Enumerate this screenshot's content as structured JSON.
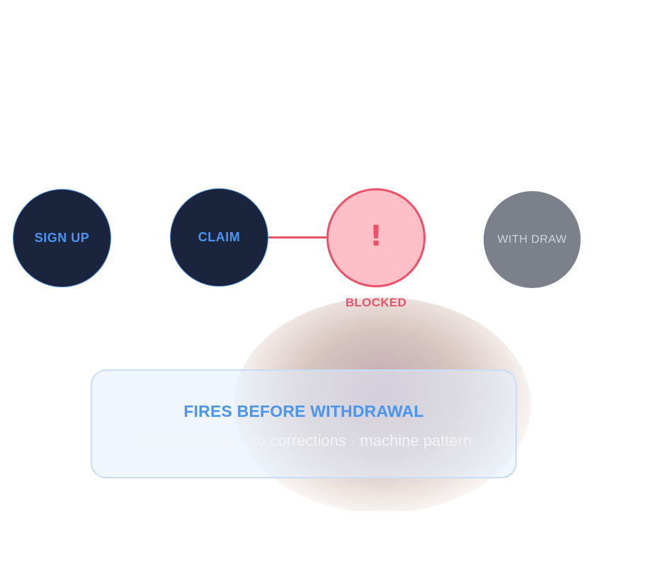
{
  "steps": [
    {
      "id": "signup",
      "label": "SIGN UP",
      "state": "complete"
    },
    {
      "id": "claim",
      "label": "CLAIM",
      "state": "complete"
    },
    {
      "id": "blocked",
      "glyph": "!",
      "label": "BLOCKED",
      "state": "blocked"
    },
    {
      "id": "withdraw",
      "label": "WITH DRAW",
      "state": "inactive"
    }
  ],
  "callout": {
    "title": "FIRES BEFORE WITHDRAWAL",
    "subtitle": "0.3s form time · no corrections · machine pattern"
  },
  "colors": {
    "dark_node": "#1a243d",
    "accent_blue": "#4a95ef",
    "alert_red": "#ef5066",
    "alert_fill": "#fdc0c8",
    "inactive_gray": "#7b808b",
    "callout_border": "#c7ddf5"
  },
  "icons": {
    "blocked": "exclamation-icon"
  }
}
